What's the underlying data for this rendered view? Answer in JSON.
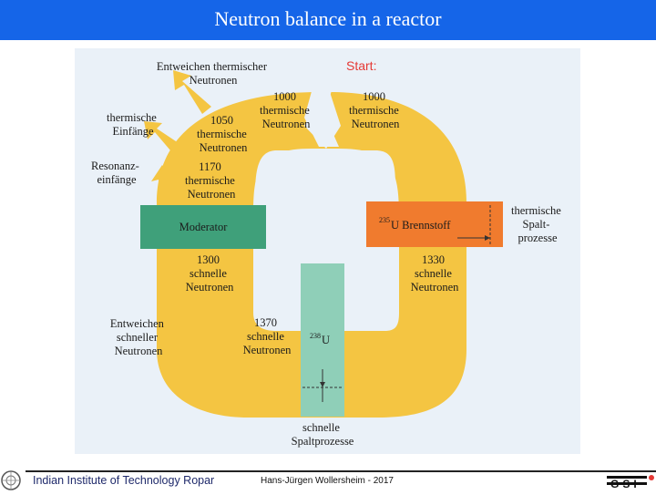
{
  "slide": {
    "title": "Neutron balance in a reactor"
  },
  "diagram": {
    "start": "Start:",
    "flows": {
      "top_left_1000": [
        "1000",
        "thermische",
        "Neutronen"
      ],
      "top_right_1000": [
        "1000",
        "thermische",
        "Neutronen"
      ],
      "left_1050": [
        "1050",
        "thermische",
        "Neutronen"
      ],
      "left_1170": [
        "1170",
        "thermische",
        "Neutronen"
      ],
      "left_1300": [
        "1300",
        "schnelle",
        "Neutronen"
      ],
      "right_1330": [
        "1330",
        "schnelle",
        "Neutronen"
      ],
      "bottom_1370": [
        "1370",
        "schnelle",
        "Neutronen"
      ]
    },
    "boxes": {
      "moderator": "Moderator",
      "brennstoff_sup": "235",
      "brennstoff": "U Brennstoff",
      "u238_sup": "238",
      "u238": "U"
    },
    "side_labels": {
      "escape_thermal": [
        "Entweichen thermischer",
        "Neutronen"
      ],
      "thermal_capture": [
        "thermische",
        "Einfänge"
      ],
      "resonance_capture": [
        "Resonanz-",
        "einfänge"
      ],
      "escape_fast": [
        "Entweichen",
        "schneller",
        "Neutronen"
      ],
      "thermal_fission": [
        "thermische",
        "Spalt-",
        "prozesse"
      ],
      "fast_fission": [
        "schnelle",
        "Spaltprozesse"
      ]
    },
    "colors": {
      "ring": "#f4c542",
      "moderator": "#3fa07a",
      "brennstoff": "#f07b2e",
      "u238": "#8fcfb8"
    }
  },
  "footer": {
    "institution": "Indian Institute of Technology Ropar",
    "author": "Hans-Jürgen Wollersheim - 2017",
    "logo_text": "GSI"
  }
}
